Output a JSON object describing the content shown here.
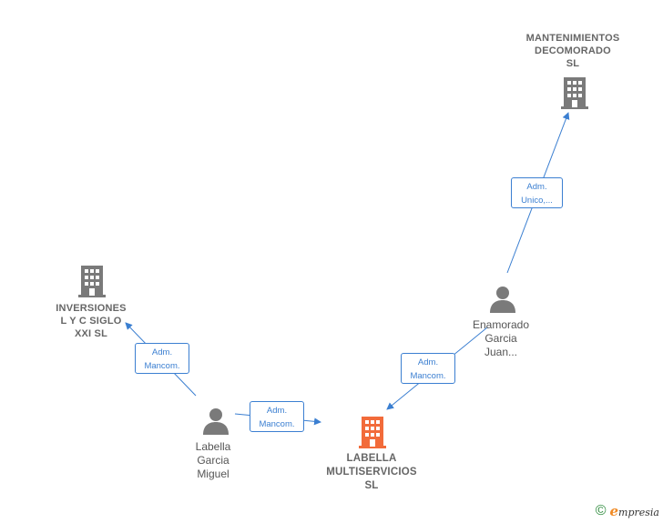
{
  "nodes": {
    "mantenimientos": {
      "label": "MANTENIMIENTOS\nDECOMORADO\nSL",
      "type": "company"
    },
    "inversiones": {
      "label": "INVERSIONES\nL Y C SIGLO\nXXI  SL",
      "type": "company"
    },
    "labella_multiservicios": {
      "label": "LABELLA\nMULTISERVICIOS\nSL",
      "type": "company",
      "highlight": true
    },
    "labella_garcia": {
      "label": "Labella\nGarcia\nMiguel",
      "type": "person"
    },
    "enamorado_garcia": {
      "label": "Enamorado\nGarcia\nJuan...",
      "type": "person"
    }
  },
  "relations": [
    {
      "from": "enamorado_garcia",
      "to": "mantenimientos",
      "label": "Adm.\nUnico,..."
    },
    {
      "from": "labella_garcia",
      "to": "inversiones",
      "label": "Adm.\nMancom."
    },
    {
      "from": "labella_garcia",
      "to": "labella_multiservicios",
      "label": "Adm.\nMancom."
    },
    {
      "from": "enamorado_garcia",
      "to": "labella_multiservicios",
      "label": "Adm.\nMancom."
    }
  ],
  "colors": {
    "edge": "#3b7fd1",
    "company_icon": "#7a7a7a",
    "focus_icon": "#f26b3a",
    "person_icon": "#7a7a7a"
  },
  "footer": {
    "copyright_symbol": "©",
    "brand_initial": "e",
    "brand_rest": "mpresia"
  }
}
